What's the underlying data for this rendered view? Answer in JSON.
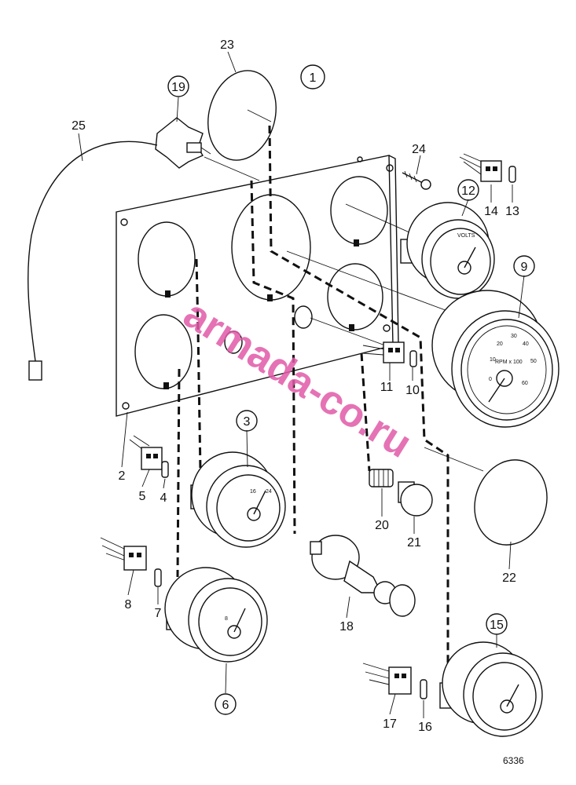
{
  "diagram_number": "1",
  "figure_ref": "6336",
  "watermark": "armada-co.ru",
  "gauge_scales": {
    "tach_label": "RPM x 100",
    "tach_ticks": [
      "0",
      "10",
      "20",
      "30",
      "40",
      "50",
      "60"
    ],
    "volt_label": "VOLTS",
    "small_ticks": [
      "16",
      "24",
      "8"
    ]
  },
  "parts": [
    {
      "num": "2",
      "circled": false
    },
    {
      "num": "3",
      "circled": true
    },
    {
      "num": "4",
      "circled": false
    },
    {
      "num": "5",
      "circled": false
    },
    {
      "num": "6",
      "circled": true
    },
    {
      "num": "7",
      "circled": false
    },
    {
      "num": "8",
      "circled": false
    },
    {
      "num": "9",
      "circled": true
    },
    {
      "num": "10",
      "circled": false
    },
    {
      "num": "11",
      "circled": false
    },
    {
      "num": "12",
      "circled": true
    },
    {
      "num": "13",
      "circled": false
    },
    {
      "num": "14",
      "circled": false
    },
    {
      "num": "15",
      "circled": true
    },
    {
      "num": "16",
      "circled": false
    },
    {
      "num": "17",
      "circled": false
    },
    {
      "num": "18",
      "circled": false
    },
    {
      "num": "19",
      "circled": true
    },
    {
      "num": "20",
      "circled": false
    },
    {
      "num": "21",
      "circled": false
    },
    {
      "num": "22",
      "circled": false
    },
    {
      "num": "23",
      "circled": false
    },
    {
      "num": "24",
      "circled": false
    },
    {
      "num": "25",
      "circled": false
    }
  ]
}
